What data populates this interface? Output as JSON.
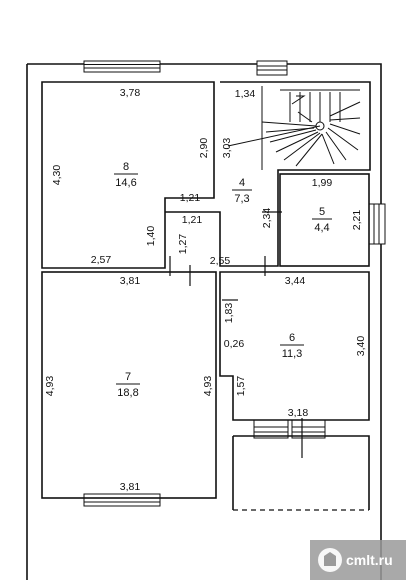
{
  "rooms": [
    {
      "number": "8",
      "area": "14,6"
    },
    {
      "number": "4",
      "area": "7,3"
    },
    {
      "number": "5",
      "area": "4,4"
    },
    {
      "number": "7",
      "area": "18,8"
    },
    {
      "number": "6",
      "area": "11,3"
    }
  ],
  "dimensions": {
    "r8_top": "3,78",
    "r8_left": "4,30",
    "r8_right": "2,90",
    "r8_step": "1,21",
    "r8_bottom": "2,57",
    "hall_top": "1,34",
    "hall_stair": "3,03",
    "hall_mid": "1,21",
    "hall_post": "1,40",
    "hall_post2": "1,27",
    "hall_bottom": "2,55",
    "hall_right": "2,34",
    "r5_top": "1,99",
    "r5_right": "2,21",
    "r7_top": "3,81",
    "r7_left": "4,93",
    "r7_right": "4,93",
    "r7_bottom": "3,81",
    "r6_top": "3,44",
    "r6_left_top": "1,83",
    "r6_left_mid": "0,26",
    "r6_left_bottom": "1,57",
    "r6_right": "3,40",
    "r6_bottom": "3,18"
  },
  "watermark": {
    "text": "cmlt.ru"
  },
  "colors": {
    "walls": "#111111",
    "watermark": "#9a9a9a"
  }
}
